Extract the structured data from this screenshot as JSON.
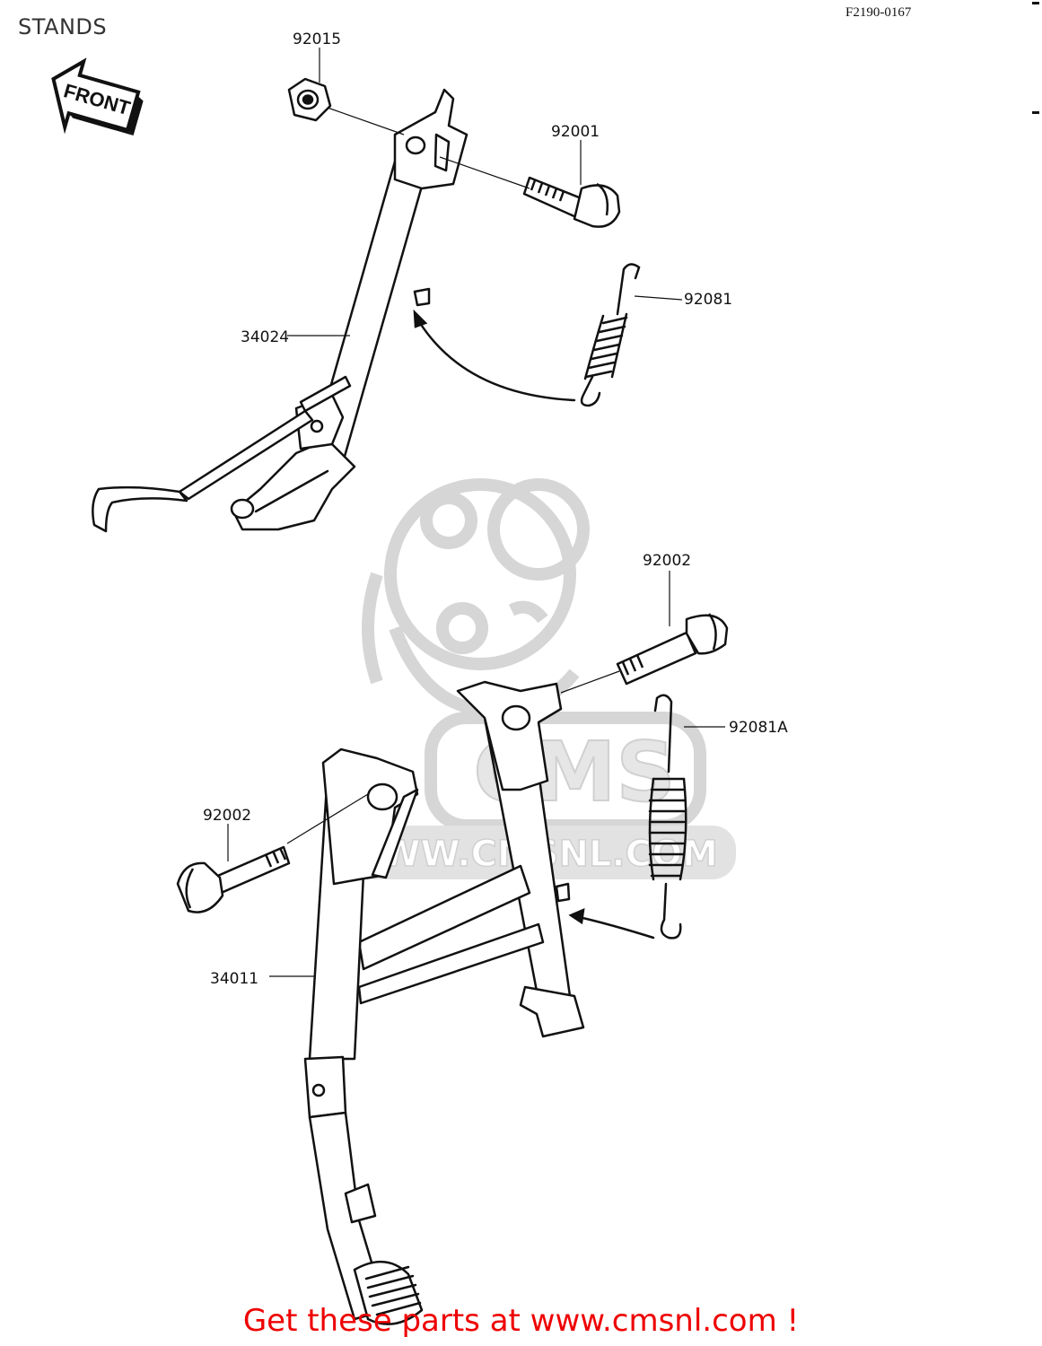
{
  "header": {
    "title": "STANDS",
    "ref_code": "F2190-0167"
  },
  "front_arrow": {
    "label": "FRONT",
    "icon": "front-arrow-icon"
  },
  "watermark": {
    "text": "WWW.CMSNL.COM",
    "logo_text": "CMS",
    "icon": "cms-mascot-icon"
  },
  "callouts": [
    {
      "id": "92015",
      "label": "92015"
    },
    {
      "id": "92001",
      "label": "92001"
    },
    {
      "id": "92081",
      "label": "92081"
    },
    {
      "id": "34024",
      "label": "34024"
    },
    {
      "id": "92002a",
      "label": "92002"
    },
    {
      "id": "92081A",
      "label": "92081A"
    },
    {
      "id": "92002b",
      "label": "92002"
    },
    {
      "id": "34011",
      "label": "34011"
    }
  ],
  "footer": {
    "text": "Get these parts at www.cmsnl.com !"
  },
  "colors": {
    "footer": "#ee0000",
    "line": "#111111",
    "watermark": "#d8d8d8"
  }
}
